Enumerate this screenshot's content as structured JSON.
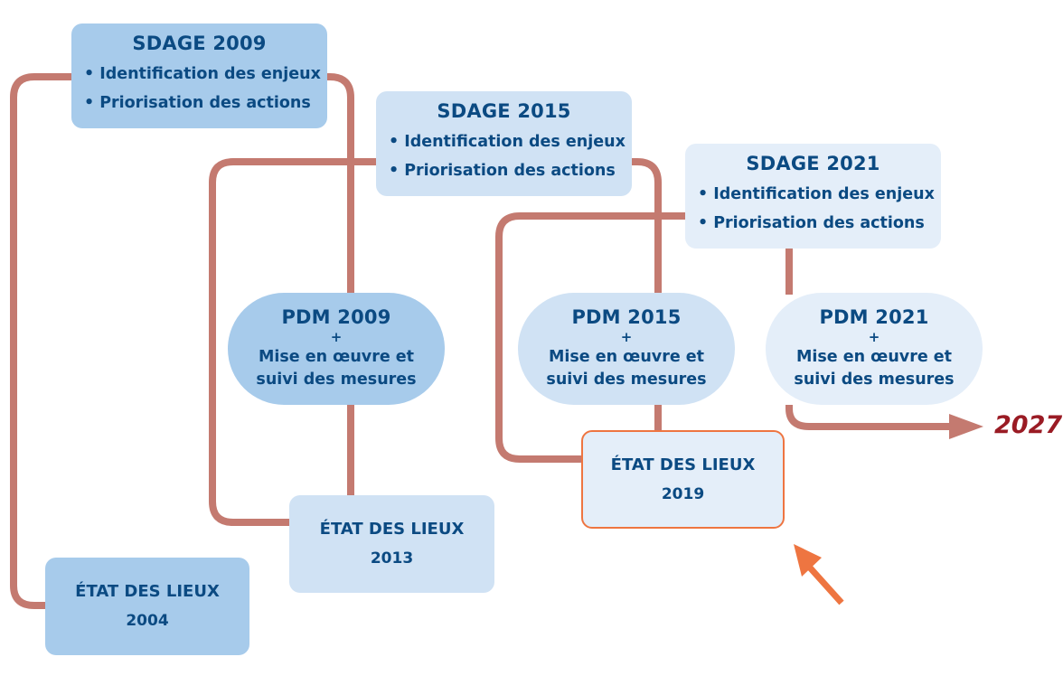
{
  "sdage": [
    {
      "title": "SDAGE 2009",
      "items": [
        "Identification des enjeux",
        "Priorisation des actions"
      ]
    },
    {
      "title": "SDAGE 2015",
      "items": [
        "Identification des enjeux",
        "Priorisation des actions"
      ]
    },
    {
      "title": "SDAGE 2021",
      "items": [
        "Identification des enjeux",
        "Priorisation des actions"
      ]
    }
  ],
  "pdm": [
    {
      "title": "PDM 2009",
      "plus": "+",
      "line1": "Mise en œuvre et",
      "line2": "suivi des mesures"
    },
    {
      "title": "PDM 2015",
      "plus": "+",
      "line1": "Mise en œuvre et",
      "line2": "suivi des mesures"
    },
    {
      "title": "PDM 2021",
      "plus": "+",
      "line1": "Mise en œuvre et",
      "line2": "suivi des mesures"
    }
  ],
  "etat": [
    {
      "label": "ÉTAT DES LIEUX",
      "year": "2004"
    },
    {
      "label": "ÉTAT DES LIEUX",
      "year": "2013"
    },
    {
      "label": "ÉTAT DES LIEUX",
      "year": "2019"
    }
  ],
  "end_year": "2027",
  "colors": {
    "connector": "#c47a70",
    "box_dark": "#a7cbeb",
    "box_mid": "#d0e2f4",
    "box_light": "#e4eef9",
    "text": "#0b4a82",
    "highlight": "#ee7541",
    "end_year": "#9a1b24"
  }
}
